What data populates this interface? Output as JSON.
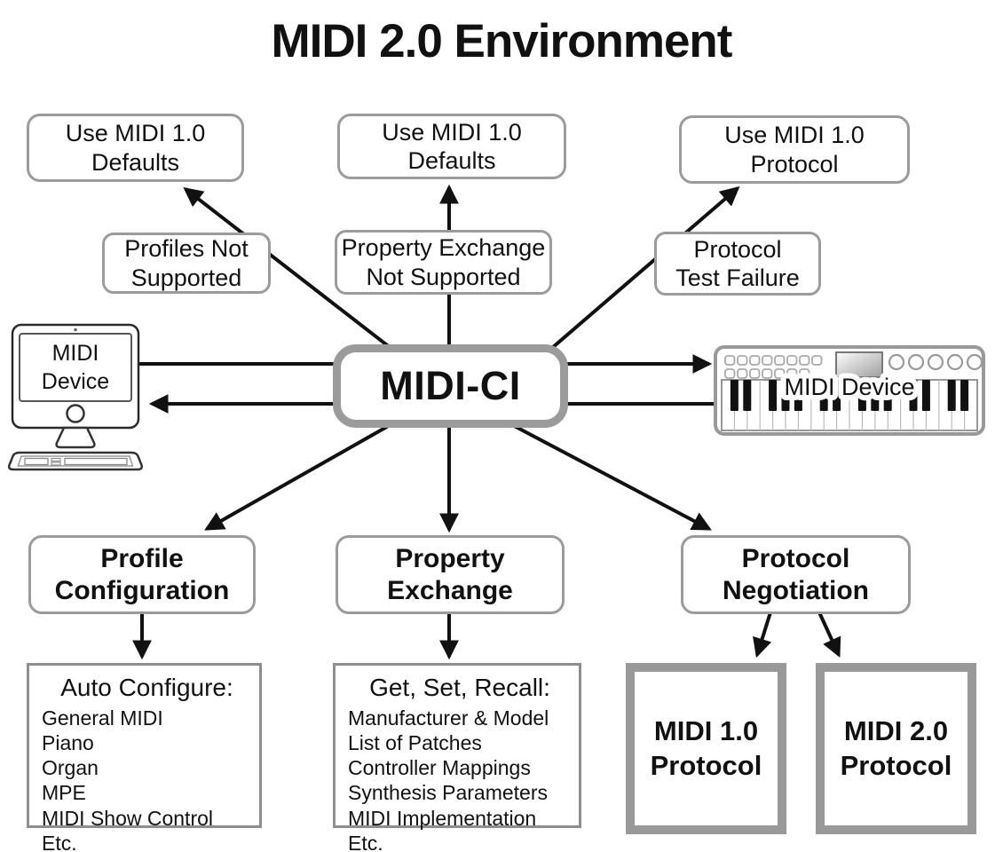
{
  "title": "MIDI 2.0 Environment",
  "nodes": {
    "use_defaults_left": {
      "line1": "Use MIDI 1.0",
      "line2": "Defaults"
    },
    "use_defaults_center": {
      "line1": "Use MIDI 1.0",
      "line2": "Defaults"
    },
    "use_protocol_right": {
      "line1": "Use MIDI 1.0",
      "line2": "Protocol"
    },
    "profiles_not_supported": {
      "line1": "Profiles Not",
      "line2": "Supported"
    },
    "property_exchange_not_supported": {
      "line1": "Property Exchange",
      "line2": "Not Supported"
    },
    "protocol_test_failure": {
      "line1": "Protocol",
      "line2": "Test Failure"
    },
    "midi_ci": "MIDI-CI",
    "left_device": {
      "line1": "MIDI",
      "line2": "Device"
    },
    "right_device": "MIDI Device",
    "profile_configuration": {
      "line1": "Profile",
      "line2": "Configuration"
    },
    "property_exchange": {
      "line1": "Property",
      "line2": "Exchange"
    },
    "protocol_negotiation": {
      "line1": "Protocol",
      "line2": "Negotiation"
    },
    "auto_configure": {
      "header": "Auto Configure:",
      "items": [
        "General MIDI",
        "Piano",
        "Organ",
        "MPE",
        "MIDI Show Control",
        "Etc."
      ]
    },
    "get_set_recall": {
      "header": "Get, Set, Recall:",
      "items": [
        "Manufacturer & Model",
        "List of Patches",
        "Controller Mappings",
        "Synthesis Parameters",
        "MIDI Implementation",
        "Etc."
      ]
    },
    "midi_1_protocol": {
      "line1": "MIDI 1.0",
      "line2": "Protocol"
    },
    "midi_2_protocol": {
      "line1": "MIDI 2.0",
      "line2": "Protocol"
    }
  },
  "colors": {
    "box_border": "#9b9b9b",
    "arrow": "#111111",
    "text": "#111111",
    "background": "#ffffff"
  }
}
